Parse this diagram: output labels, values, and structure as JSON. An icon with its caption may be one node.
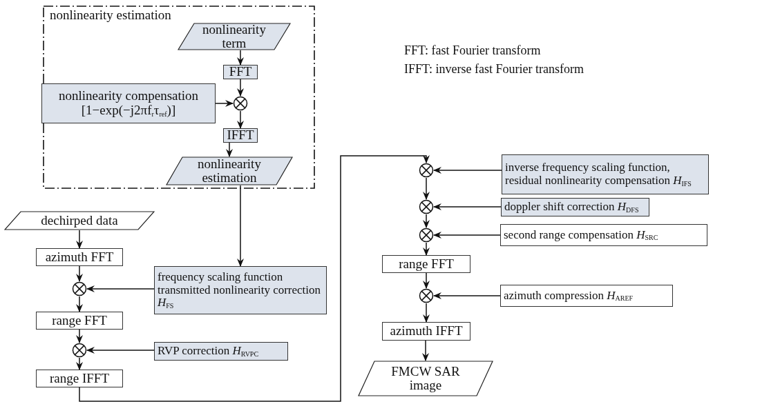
{
  "diagram": {
    "nodes": [
      {
        "text": [
          "nonlinearity estimation"
        ]
      },
      {
        "text": [
          "nonlinearity term"
        ],
        "in": 0
      },
      {
        "text": [
          "FFT"
        ],
        "in": 0
      },
      {
        "text": [],
        "shape": "circle",
        "in": 0
      },
      {
        "text": [
          "nonlinearity compensation [1−exp(−j2πf$_{r}$τ$_{ref}$)]"
        ],
        "in": 0
      },
      {
        "text": [
          "IFFT"
        ],
        "in": 0
      },
      {
        "text": [
          "nonlinearity estimation"
        ],
        "in": 0
      },
      {
        "text": [
          "dechirped data"
        ]
      },
      {
        "text": [
          "azimuth FFT"
        ]
      },
      {
        "text": [],
        "shape": "circle"
      },
      {
        "text": [
          "frequency scaling function transmitted nonlinearity correction *H*$_{FS}$"
        ]
      },
      {
        "text": [
          "range FFT"
        ]
      },
      {
        "text": [],
        "shape": "circle"
      },
      {
        "text": [
          "RVP correction *H*$_{RVPC}$"
        ]
      },
      {
        "text": [
          "range IFFT"
        ]
      },
      {
        "text": [],
        "shape": "circle"
      },
      {
        "text": [
          "inverse frequency scaling function, residual nonlinearity compensation *H*$_{IFS}$"
        ]
      },
      {
        "text": [],
        "shape": "circle"
      },
      {
        "text": [
          "doppler shift correction *H*$_{DFS}$"
        ]
      },
      {
        "text": [],
        "shape": "circle"
      },
      {
        "text": [
          "second range compensation *H*$_{SRC}$"
        ]
      },
      {
        "text": [
          "range FFT"
        ]
      },
      {
        "text": [],
        "shape": "circle"
      },
      {
        "text": [
          "azimuth compression *H*$_{AREF}$"
        ]
      },
      {
        "text": [
          "azimuth IFFT"
        ]
      },
      {
        "text": [
          "FMCW SAR image"
        ]
      }
    ],
    "edges": [
      {
        "from": 1,
        "to": 2,
        "arrow": "to"
      },
      {
        "from": 2,
        "to": 3,
        "arrow": "to"
      },
      {
        "from": 4,
        "to": 3,
        "arrow": "to"
      },
      {
        "from": 3,
        "to": 5,
        "arrow": "to"
      },
      {
        "from": 5,
        "to": 6,
        "arrow": "to"
      },
      {
        "from": 6,
        "to": 10,
        "arrow": "to"
      },
      {
        "from": 7,
        "to": 8,
        "arrow": "to"
      },
      {
        "from": 8,
        "to": 9,
        "arrow": "to"
      },
      {
        "from": 10,
        "to": 9,
        "arrow": "to"
      },
      {
        "from": 9,
        "to": 11,
        "arrow": "to"
      },
      {
        "from": 11,
        "to": 12,
        "arrow": "to"
      },
      {
        "from": 13,
        "to": 12,
        "arrow": "to"
      },
      {
        "from": 12,
        "to": 14,
        "arrow": "to"
      },
      {
        "from": 14,
        "to": 15,
        "arrow": "to"
      },
      {
        "from": 16,
        "to": 15,
        "arrow": "to"
      },
      {
        "from": 15,
        "to": 17,
        "arrow": "to"
      },
      {
        "from": 18,
        "to": 17,
        "arrow": "to"
      },
      {
        "from": 17,
        "to": 19,
        "arrow": "to"
      },
      {
        "from": 20,
        "to": 19,
        "arrow": "to"
      },
      {
        "from": 19,
        "to": 21,
        "arrow": "to"
      },
      {
        "from": 21,
        "to": 22,
        "arrow": "to"
      },
      {
        "from": 23,
        "to": 22,
        "arrow": "to"
      },
      {
        "from": 22,
        "to": 24,
        "arrow": "to"
      },
      {
        "from": 24,
        "to": 25,
        "arrow": "to"
      }
    ],
    "labels": [
      "FFT: fast Fourier transform",
      "IFFT: inverse fast Fourier transform"
    ]
  }
}
